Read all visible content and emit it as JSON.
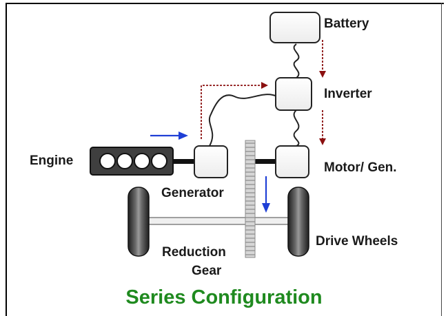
{
  "labels": {
    "battery": "Battery",
    "inverter": "Inverter",
    "engine": "Engine",
    "motor_gen": "Motor/ Gen.",
    "generator": "Generator",
    "drive_wheels": "Drive Wheels",
    "reduction_line1": "Reduction",
    "reduction_line2": "Gear"
  },
  "caption": "Series Configuration",
  "colors": {
    "caption": "#1f8a1f",
    "power_flow_arrow": "#1f3fd6",
    "electric_flow_arrow": "#8b1010",
    "component_stroke": "#222222",
    "wheel": "#3a3a3a"
  }
}
